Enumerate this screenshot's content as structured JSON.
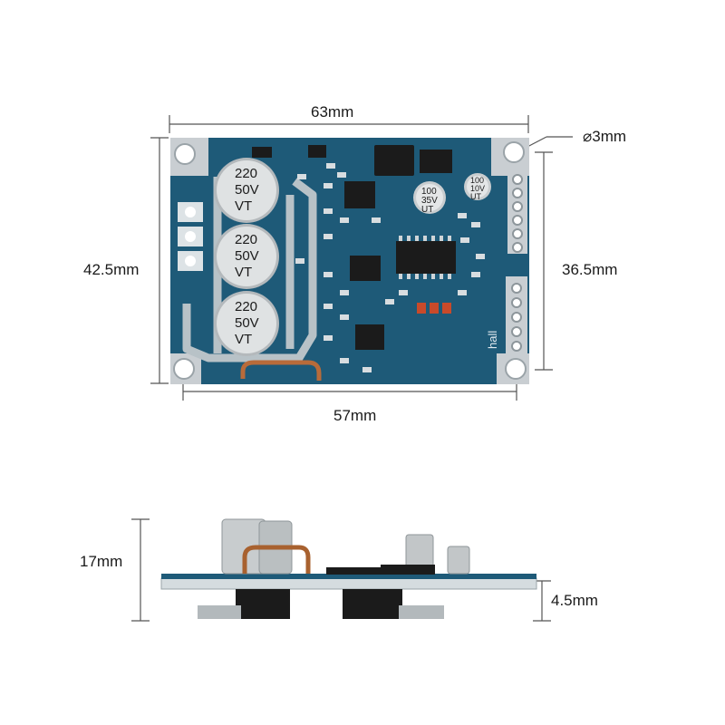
{
  "dimensions": {
    "top_width": "63mm",
    "hole_diameter": "⌀3mm",
    "left_height": "42.5mm",
    "right_height": "36.5mm",
    "bottom_width": "57mm",
    "side_height": "17mm",
    "board_thickness": "4.5mm"
  },
  "board": {
    "capacitors": [
      {
        "value": "220",
        "voltage": "50V",
        "series": "VT"
      },
      {
        "value": "220",
        "voltage": "50V",
        "series": "VT"
      },
      {
        "value": "220",
        "voltage": "50V",
        "series": "VT"
      }
    ],
    "small_capacitors": [
      {
        "value": "100",
        "voltage": "35V",
        "series": "UT"
      },
      {
        "value": "100",
        "voltage": "10V",
        "series": "UT"
      }
    ],
    "silkscreen_hall": "hall"
  },
  "colors": {
    "pcb": "#1e5a78",
    "pcb_dark": "#164761",
    "dimension_line": "#555555"
  }
}
